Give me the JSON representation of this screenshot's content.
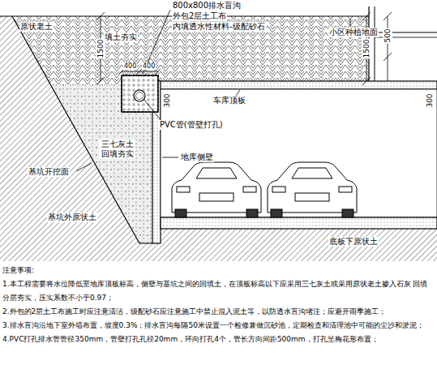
{
  "diagram": {
    "labels": [
      "800x800排水盲沟",
      "外包2层土工布",
      "内填透水性材料-级配砂石",
      "原状老土",
      "填土夯实",
      "小区种植地面",
      "500",
      "1500",
      "1500",
      "400",
      "400",
      "300",
      "300",
      "PVC管(管壁打孔)",
      "车库顶板",
      "三七灰土 回填夯实",
      "基坑开挖面",
      "地库侧壁",
      "基坑外原状土",
      "底板下原状土",
      "注意事项:",
      "1.本工程需要将水位降低至地库顶板标高，侧壁与基坑之间的回填土，在顶板标高以下应采用三七灰土或采用原状老土掺入石灰 回填分层夯实，压实系数不小于0.97；",
      "2.外包的2层土工布施工时应注意清洁，级配砂石应注意施工中禁止混入泥土等，以防透水盲沟堵注；应避开雨季施工；",
      "3.排水盲沟沿地下室外墙布置，坡度0.3%；排水盲沟每隔50米设置一个检修兼做沉砂池，定期检查和清理池中可能的尘沙和淤泥；",
      "4.PVC打孔排水管管径350mm，管壁打孔孔径20mm，环向打孔4个，管长方向间距500mm，打孔呈梅花形布置；"
    ]
  }
}
